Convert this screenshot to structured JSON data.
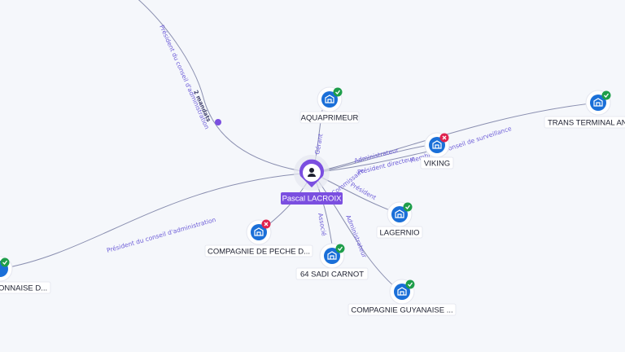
{
  "person": {
    "name": "Pascal LACROIX",
    "icon": "person-icon",
    "color": "#7b4fe0"
  },
  "companies": [
    {
      "id": "aquaprimeur",
      "label": "AQUAPRIMEUR",
      "status": "active"
    },
    {
      "id": "trans",
      "label": "TRANS TERMINAL AN",
      "status": "active"
    },
    {
      "id": "viking",
      "label": "VIKING",
      "status": "closed"
    },
    {
      "id": "lagernio",
      "label": "LAGERNIO",
      "status": "active"
    },
    {
      "id": "sadi",
      "label": "64 SADI CARNOT",
      "status": "active"
    },
    {
      "id": "peche",
      "label": "COMPAGNIE DE PECHE D...",
      "status": "closed"
    },
    {
      "id": "guyanaise",
      "label": "COMPAGNIE GUYANAISE ...",
      "status": "active"
    },
    {
      "id": "left",
      "label": "ONNAISE D...",
      "status": "active"
    }
  ],
  "edge_labels": [
    {
      "id": "top",
      "text": "Président du conseil d'administration",
      "count": "2 mandats"
    },
    {
      "id": "aqua",
      "text": "Gérant"
    },
    {
      "id": "viking_a",
      "text": "Administrateur"
    },
    {
      "id": "viking_b",
      "text": "Président directeur"
    },
    {
      "id": "trans",
      "text": "Membre du conseil de surveillance"
    },
    {
      "id": "lagernio",
      "text": "Président"
    },
    {
      "id": "guyanaise",
      "text": "Administrateur"
    },
    {
      "id": "sadi",
      "text": "Associé"
    },
    {
      "id": "commissaire",
      "text": "Commissaire"
    },
    {
      "id": "left",
      "text": "Président du conseil d'administration"
    }
  ],
  "colors": {
    "company": "#1a6fd8",
    "active": "#1e9e4a",
    "closed": "#e0234e",
    "edge": "#8a8fb0",
    "edge_label": "#6f5fd8"
  },
  "icons": {
    "company": "building-icon",
    "active": "check-badge-icon",
    "closed": "x-badge-icon"
  }
}
